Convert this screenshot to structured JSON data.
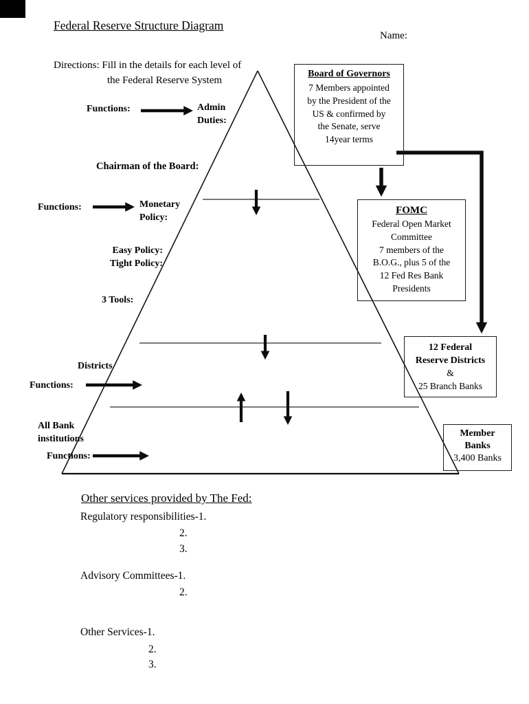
{
  "page": {
    "title": "Federal Reserve Structure Diagram",
    "name_label": "Name:",
    "directions_line1": "Directions: Fill in the details for each level of",
    "directions_line2": "the Federal Reserve System"
  },
  "labels": {
    "functions_top": "Functions:",
    "admin_duties": "Admin\nDuties:",
    "chairman": "Chairman of the Board:",
    "functions_mid": "Functions:",
    "monetary_policy": "Monetary\nPolicy:",
    "easy_policy": "Easy Policy:",
    "tight_policy": "Tight Policy:",
    "three_tools": "3 Tools:",
    "districts": "Districts",
    "functions_districts": "Functions:",
    "all_bank": "All Bank\ninstitutions",
    "functions_banks": "Functions:"
  },
  "boxes": {
    "board_of_governors": {
      "title": "Board of Governors",
      "body": "7 Members appointed\nby the President of the\nUS & confirmed by\nthe Senate, serve\n14year terms"
    },
    "fomc": {
      "title": "FOMC",
      "body": "Federal Open Market\nCommittee\n7 members of the\nB.O.G., plus 5 of the\n12 Fed Res Bank\nPresidents"
    },
    "districts": {
      "title": "12 Federal\nReserve Districts",
      "body": "&\n25 Branch Banks"
    },
    "member_banks": {
      "title": "Member\nBanks",
      "body": "3,400 Banks"
    }
  },
  "other_services": {
    "heading": "Other services provided by The Fed:",
    "regulatory_label": "Regulatory responsibilities-1.",
    "regulatory_item2": "2.",
    "regulatory_item3": "3.",
    "advisory_label": "Advisory Committees-1.",
    "advisory_item2": "2.",
    "other_label": "Other Services-1.",
    "other_item2": "2.",
    "other_item3": "3."
  },
  "colors": {
    "ink": "#000000",
    "thin_line": "#4d4d4d",
    "background": "#ffffff"
  }
}
